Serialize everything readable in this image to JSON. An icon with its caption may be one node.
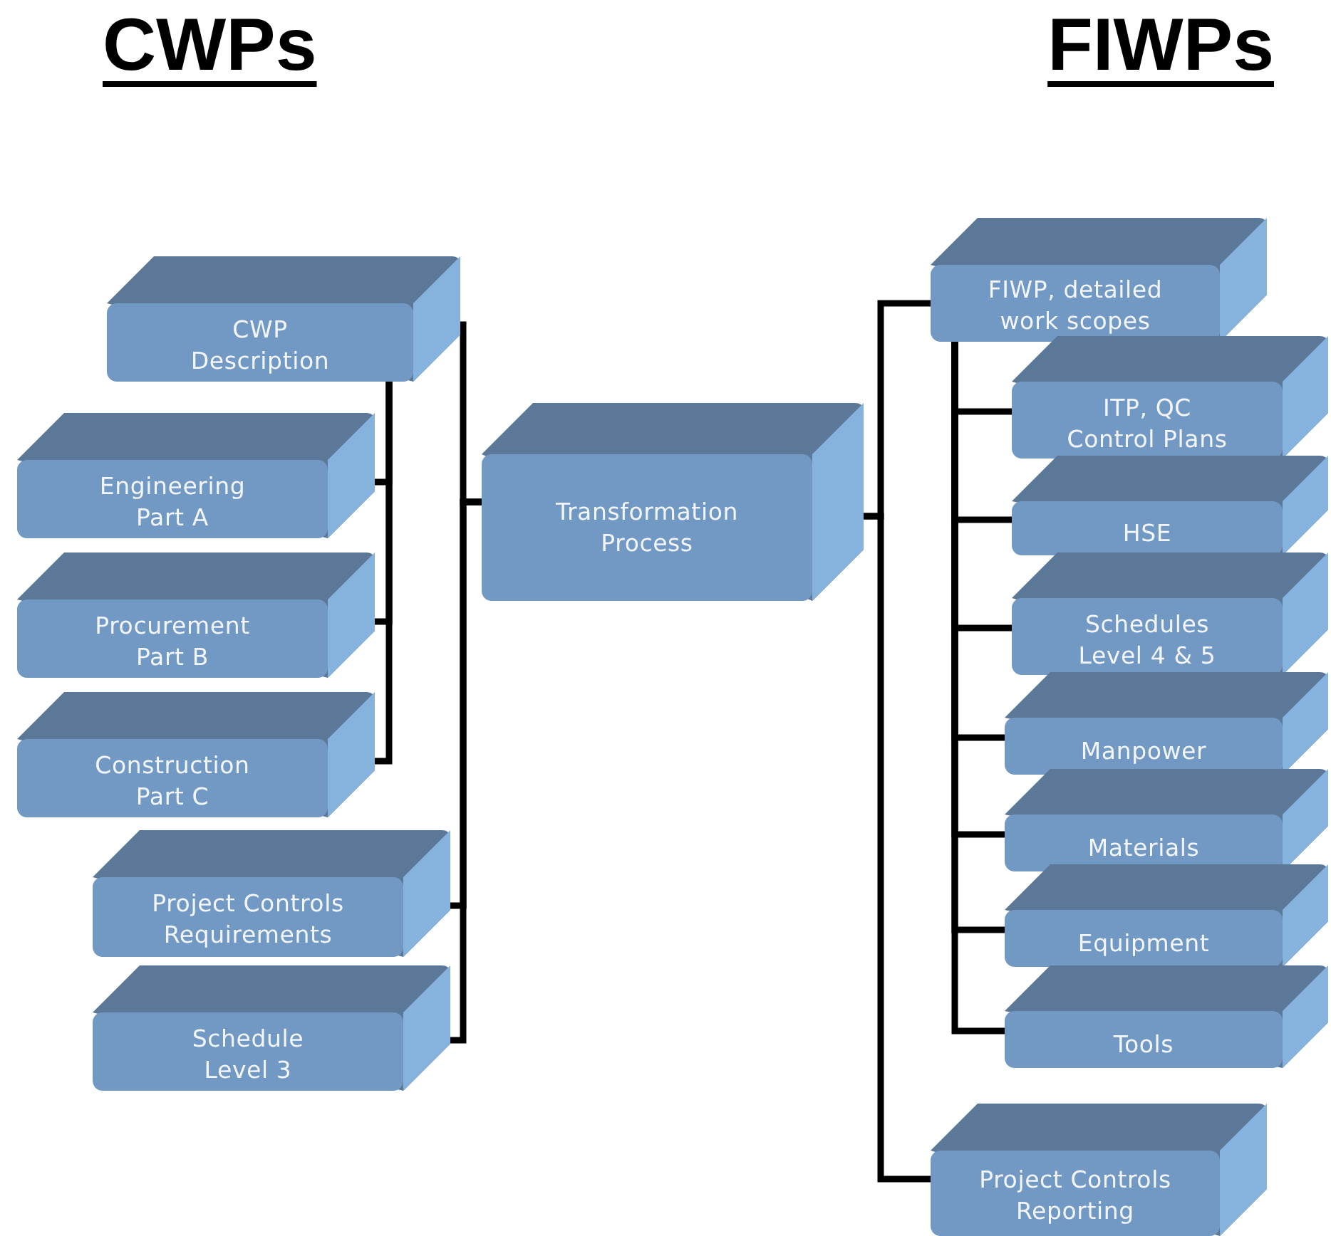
{
  "diagram": {
    "nodes": [
      {
        "text": [
          "CWP Description"
        ]
      },
      {
        "text": [
          "Engineering Part A"
        ]
      },
      {
        "text": [
          "Procurement Part B"
        ]
      },
      {
        "text": [
          "Construction Part C"
        ]
      },
      {
        "text": [
          "Project Controls Requirements"
        ]
      },
      {
        "text": [
          "Schedule Level 3"
        ]
      },
      {
        "text": [
          "Transformation Process"
        ]
      },
      {
        "text": [
          "FIWP, detailed work scopes"
        ]
      },
      {
        "text": [
          "ITP, QC Control Plans"
        ]
      },
      {
        "text": [
          "HSE"
        ]
      },
      {
        "text": [
          "Schedules Level 4 & 5"
        ]
      },
      {
        "text": [
          "Manpower"
        ]
      },
      {
        "text": [
          "Materials"
        ]
      },
      {
        "text": [
          "Equipment"
        ]
      },
      {
        "text": [
          "Tools"
        ]
      },
      {
        "text": [
          "Project Controls Reporting"
        ]
      }
    ],
    "edges": [
      {
        "from": 1,
        "to": 0,
        "arrow": "none"
      },
      {
        "from": 2,
        "to": 0,
        "arrow": "none"
      },
      {
        "from": 3,
        "to": 0,
        "arrow": "none"
      },
      {
        "from": 0,
        "to": 6,
        "arrow": "none"
      },
      {
        "from": 4,
        "to": 6,
        "arrow": "none"
      },
      {
        "from": 5,
        "to": 6,
        "arrow": "none"
      },
      {
        "from": 6,
        "to": 7,
        "arrow": "none"
      },
      {
        "from": 6,
        "to": 15,
        "arrow": "none"
      },
      {
        "from": 7,
        "to": 8,
        "arrow": "none"
      },
      {
        "from": 7,
        "to": 9,
        "arrow": "none"
      },
      {
        "from": 7,
        "to": 10,
        "arrow": "none"
      },
      {
        "from": 7,
        "to": 11,
        "arrow": "none"
      },
      {
        "from": 7,
        "to": 12,
        "arrow": "none"
      },
      {
        "from": 7,
        "to": 13,
        "arrow": "none"
      },
      {
        "from": 7,
        "to": 14,
        "arrow": "none"
      }
    ],
    "labels": [
      "CWPs",
      "FIWPs"
    ]
  }
}
